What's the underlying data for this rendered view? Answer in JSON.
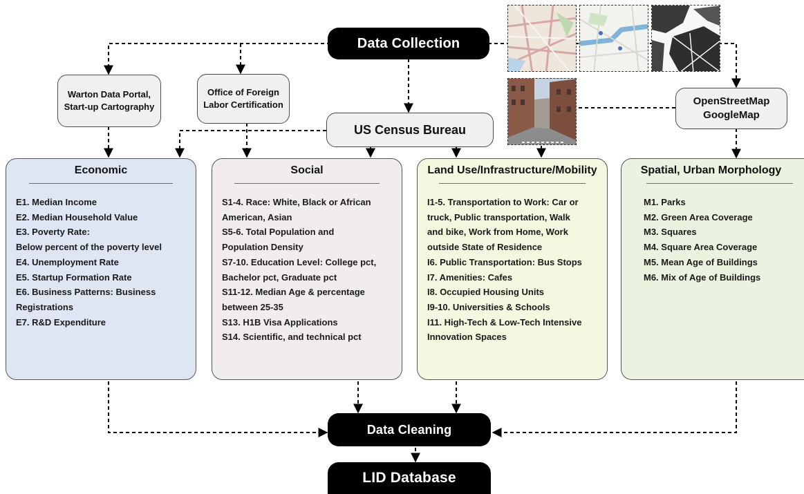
{
  "nodes": {
    "data_collection": "Data Collection",
    "us_census": "US Census Bureau",
    "warton": [
      "Warton Data Portal,",
      "Start-up Cartography"
    ],
    "oflc": [
      "Office of Foreign",
      "Labor Certification"
    ],
    "osm": [
      "OpenStreetMap",
      "GoogleMap"
    ],
    "data_cleaning": "Data Cleaning",
    "lid_database": "LID Database"
  },
  "panels": {
    "economic": {
      "title": "Economic",
      "items": [
        "E1. Median Income",
        "E2. Median Household Value",
        "E3. Poverty Rate:",
        "Below percent of the poverty level",
        "E4. Unemployment Rate",
        "E5. Startup Formation Rate",
        "E6. Business Patterns: Business",
        "Registrations",
        "E7. R&D Expenditure"
      ]
    },
    "social": {
      "title": "Social",
      "items": [
        "S1-4. Race: White, Black or African",
        "American, Asian",
        "S5-6. Total Population and",
        "Population Density",
        "S7-10. Education Level: College pct,",
        "Bachelor pct, Graduate pct",
        "S11-12. Median Age & percentage",
        "between 25-35",
        "S13. H1B Visa Applications",
        "S14. Scientific, and technical pct"
      ]
    },
    "land_use": {
      "title": "Land Use/Infrastructure/Mobility",
      "items": [
        "I1-5. Transportation to Work: Car or",
        "truck, Public transportation, Walk",
        "and bike, Work from Home, Work",
        "outside State of Residence",
        "I6. Public Transportation: Bus Stops",
        "I7. Amenities: Cafes",
        "I8. Occupied Housing Units",
        "I9-10. Universities & Schools",
        "I11. High-Tech & Low-Tech Intensive",
        "Innovation Spaces"
      ]
    },
    "spatial": {
      "title": "Spatial, Urban Morphology",
      "items": [
        "M1. Parks",
        "M2. Green Area Coverage",
        "M3. Squares",
        "M4. Square Area Coverage",
        "M5. Mean Age of Buildings",
        "M6. Mix of Age of Buildings"
      ]
    }
  },
  "colors": {
    "pill": "#000000",
    "source_fill": "#f0f0f0",
    "economic_fill": "#dde6f2",
    "social_fill": "#f2eded",
    "land_use_fill": "#f4f8e1",
    "spatial_fill": "#e9f3df",
    "connector": "#000000"
  },
  "thumbnails": [
    "street-map-thumbnail",
    "transit-map-thumbnail",
    "building-footprint-thumbnail",
    "street-view-photo"
  ]
}
